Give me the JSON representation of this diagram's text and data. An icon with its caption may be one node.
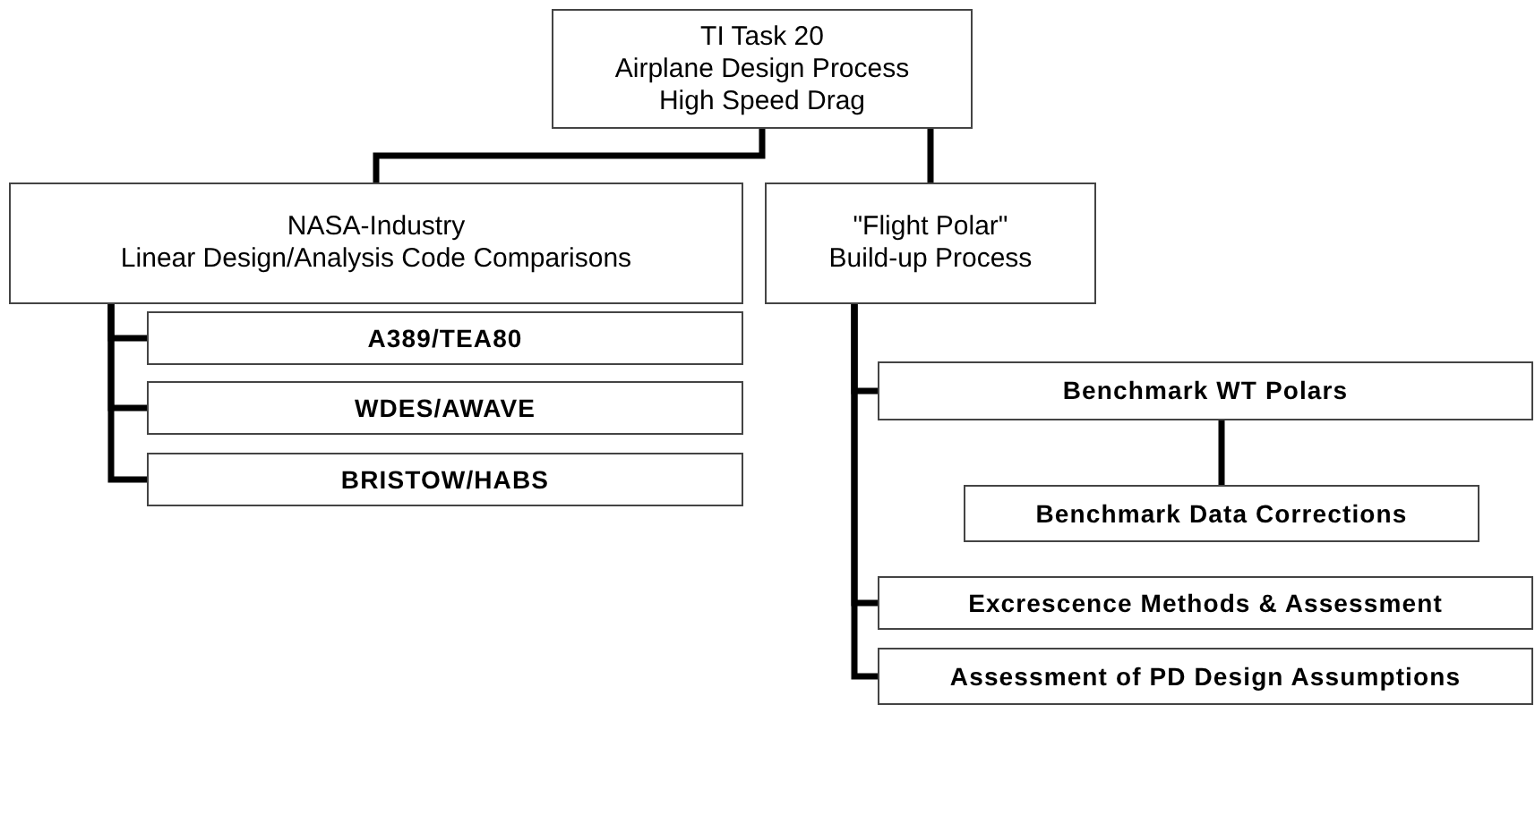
{
  "diagram": {
    "nodes": [
      {
        "text": [
          "TI Task 20",
          "Airplane Design Process",
          "High Speed Drag"
        ]
      },
      {
        "text": [
          "NASA-Industry",
          "Linear Design/Analysis Code Comparisons"
        ]
      },
      {
        "text": [
          "\"Flight Polar\"",
          "Build-up Process"
        ]
      },
      {
        "text": [
          "A389/TEA80"
        ]
      },
      {
        "text": [
          "WDES/AWAVE"
        ]
      },
      {
        "text": [
          "BRISTOW/HABS"
        ]
      },
      {
        "text": [
          "Benchmark WT Polars"
        ]
      },
      {
        "text": [
          "Benchmark Data Corrections"
        ]
      },
      {
        "text": [
          "Excrescence Methods & Assessment"
        ]
      },
      {
        "text": [
          "Assessment of PD Design Assumptions"
        ]
      }
    ],
    "edges": [
      {
        "from": 0,
        "to": 1,
        "arrow": "none"
      },
      {
        "from": 0,
        "to": 2,
        "arrow": "none"
      },
      {
        "from": 1,
        "to": 3,
        "arrow": "none"
      },
      {
        "from": 1,
        "to": 4,
        "arrow": "none"
      },
      {
        "from": 1,
        "to": 5,
        "arrow": "none"
      },
      {
        "from": 2,
        "to": 6,
        "arrow": "none"
      },
      {
        "from": 6,
        "to": 7,
        "arrow": "none"
      },
      {
        "from": 2,
        "to": 8,
        "arrow": "none"
      },
      {
        "from": 2,
        "to": 9,
        "arrow": "none"
      }
    ]
  }
}
